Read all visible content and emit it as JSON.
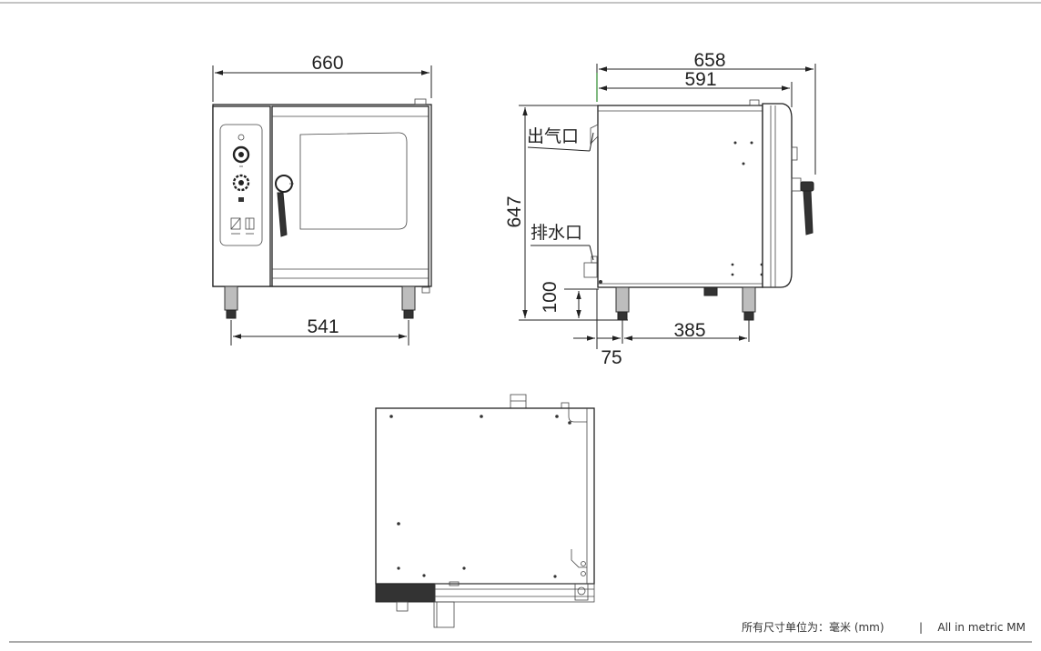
{
  "front_view": {
    "dims": {
      "overall_width": "660",
      "feet_span": "541"
    }
  },
  "side_view": {
    "dims": {
      "overall_depth": "658",
      "body_depth": "591",
      "height": "647",
      "leg_height": "100",
      "rear_offset": "75",
      "feet_span": "385"
    },
    "labels": {
      "exhaust_outlet": "出气口",
      "drain_outlet": "排水口"
    }
  },
  "footer": {
    "units_cn": "所有尺寸单位为：毫米 (mm)",
    "separator": "|",
    "units_en": "All in metric MM"
  }
}
